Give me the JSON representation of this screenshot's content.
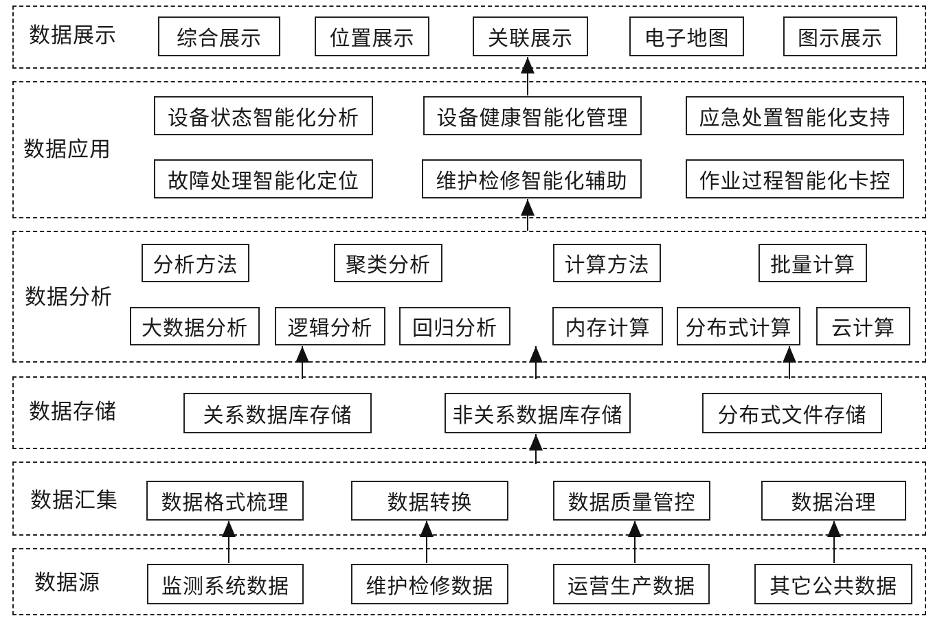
{
  "layers": {
    "display": {
      "label": "数据展示",
      "items": [
        "综合展示",
        "位置展示",
        "关联展示",
        "电子地图",
        "图示展示"
      ]
    },
    "application": {
      "label": "数据应用",
      "items": [
        "设备状态智能化分析",
        "设备健康智能化管理",
        "应急处置智能化支持",
        "故障处理智能化定位",
        "维护检修智能化辅助",
        "作业过程智能化卡控"
      ]
    },
    "analysis": {
      "label": "数据分析",
      "items": [
        "分析方法",
        "聚类分析",
        "计算方法",
        "批量计算",
        "大数据分析",
        "逻辑分析",
        "回归分析",
        "内存计算",
        "分布式计算",
        "云计算"
      ]
    },
    "storage": {
      "label": "数据存储",
      "items": [
        "关系数据库存储",
        "非关系数据库存储",
        "分布式文件存储"
      ]
    },
    "aggregation": {
      "label": "数据汇集",
      "items": [
        "数据格式梳理",
        "数据转换",
        "数据质量管控",
        "数据治理"
      ]
    },
    "source": {
      "label": "数据源",
      "items": [
        "监测系统数据",
        "维护检修数据",
        "运营生产数据",
        "其它公共数据"
      ]
    }
  }
}
